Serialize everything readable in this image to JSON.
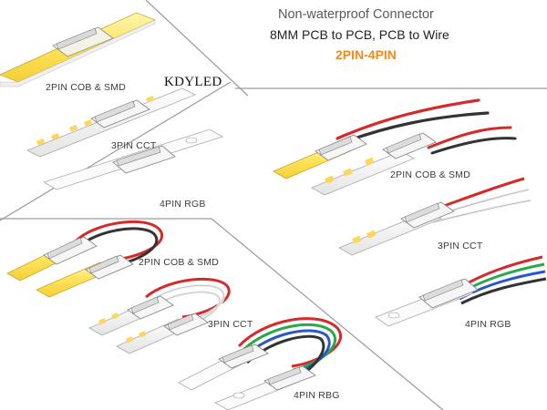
{
  "header": {
    "title_line1": "Non-waterproof Connector",
    "title_line2": "8MM PCB to PCB, PCB to Wire",
    "title_line3": "2PIN-4PIN"
  },
  "brand": "KDYLED",
  "panels": {
    "top_left": {
      "labels": [
        "2PIN COB & SMD",
        "3PIN CCT",
        "4PIN RGB"
      ]
    },
    "right": {
      "labels": [
        "2PIN COB & SMD",
        "3PIN CCT",
        "4PIN RGB"
      ]
    },
    "bottom_left": {
      "labels": [
        "2PIN COB & SMD",
        "3PIN CCT",
        "4PIN RBG"
      ]
    }
  },
  "colors": {
    "accent": "#f08a1c",
    "cob_strip": "#ffe76a",
    "smd_chip": "#ffd65a",
    "wire_red": "#d42a2a",
    "wire_black": "#333333",
    "wire_white": "#eeeeee",
    "wire_green": "#2aa84a",
    "wire_blue": "#2a56c8",
    "divider": "#9a9a9a"
  }
}
